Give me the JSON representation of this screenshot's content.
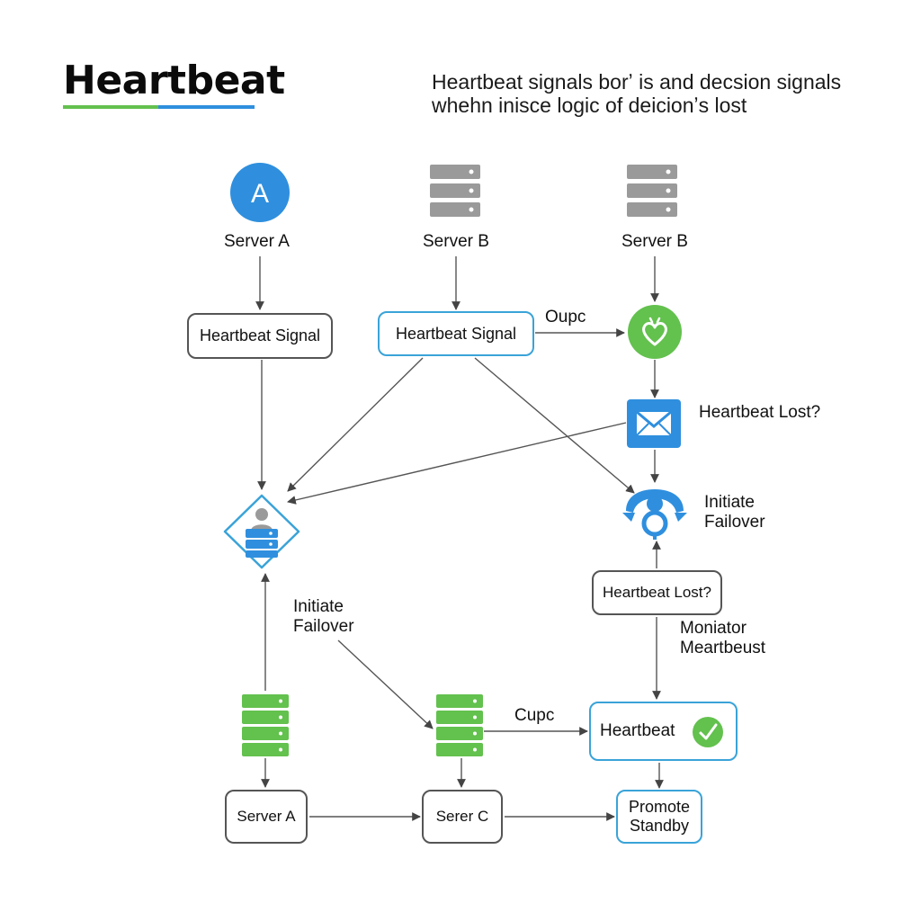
{
  "header": {
    "title": "Heartbeat",
    "subtitle_lines": [
      "Heartbeat signals borʼ is and decsion signals",
      "whehn inisce logic of deicionʼs lost"
    ]
  },
  "colors": {
    "green": "#63c14e",
    "blue": "#2f8fde",
    "gray": "#9a9a9a",
    "box_border": "#555555",
    "box_border_blue": "#3aa3d8"
  },
  "nodes": {
    "server_a_top": "Server A",
    "server_a_avatar": "A",
    "server_b_mid": "Server B",
    "server_b_right": "Server B",
    "hb_signal_left": "Heartbeat Signal",
    "hb_signal_mid": "Heartbeat Signal",
    "oupc": "Oupc",
    "hb_lost_upper": "Heartbeat Lost?",
    "initiate_failover_right": [
      "Initiate",
      "Failover"
    ],
    "hb_lost_box": "Heartbeat Lost?",
    "monitor": [
      "Moniator",
      "Meartbeust"
    ],
    "initiate_failover_left": [
      "Initiate",
      "Failover"
    ],
    "cupc": "Cupc",
    "heartbeat_box": "Heartbeat",
    "server_a_bottom": "Server A",
    "serer_c": "Serer C",
    "promote_standby": [
      "Promote",
      "Standby"
    ]
  },
  "icons": {
    "top_avatar": "avatar-icon",
    "server_b_mid": "server-rack-icon",
    "server_b_right": "server-rack-icon",
    "heart": "heart-icon",
    "mail": "mail-icon",
    "failover": "failover-icon",
    "decision": "decision-diamond-icon",
    "green_server_left": "server-rack-icon",
    "green_server_mid": "server-rack-icon",
    "check": "check-icon"
  }
}
